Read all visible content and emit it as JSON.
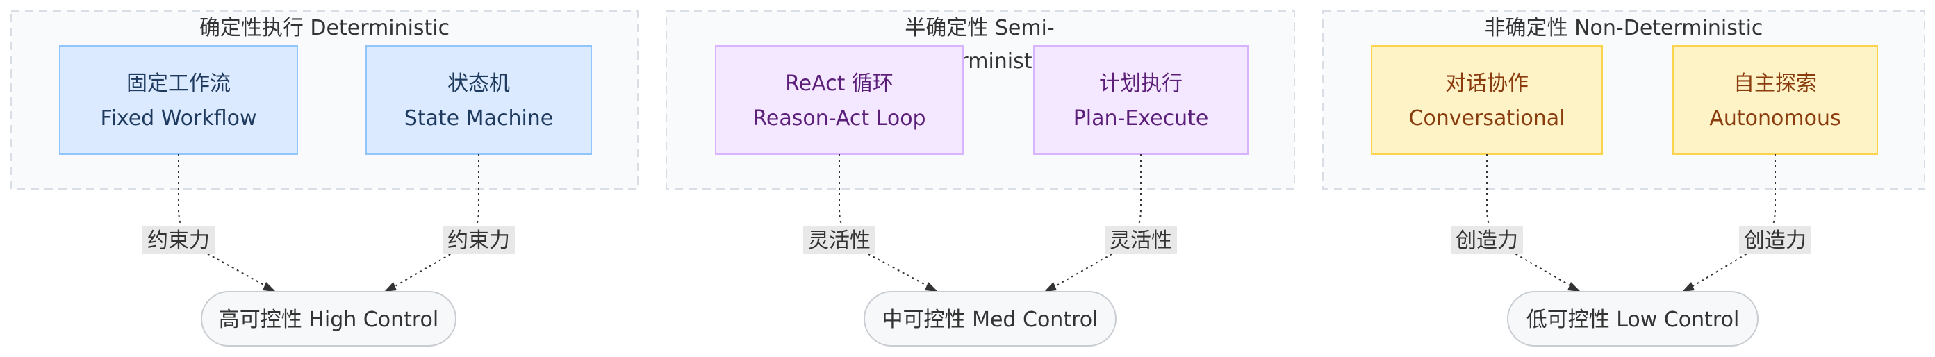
{
  "clusters": [
    {
      "title": "确定性执行 Deterministic",
      "nodes": [
        {
          "line1": "固定工作流",
          "line2": "Fixed Workflow",
          "fill": "#dbeafe",
          "stroke": "#93c5fd",
          "text": "#1e3a5f"
        },
        {
          "line1": "状态机",
          "line2": "State Machine",
          "fill": "#dbeafe",
          "stroke": "#93c5fd",
          "text": "#1e3a5f"
        }
      ],
      "edge_label": "约束力",
      "result": "高可控性 High Control"
    },
    {
      "title_line1": "半确定性 Semi-",
      "title_line2": "Deterministic",
      "nodes": [
        {
          "line1": "ReAct 循环",
          "line2": "Reason-Act Loop",
          "fill": "#f3e8ff",
          "stroke": "#d8b4fe",
          "text": "#5b1f7a"
        },
        {
          "line1": "计划执行",
          "line2": "Plan-Execute",
          "fill": "#f3e8ff",
          "stroke": "#d8b4fe",
          "text": "#5b1f7a"
        }
      ],
      "edge_label": "灵活性",
      "result": "中可控性 Med Control"
    },
    {
      "title": "非确定性 Non-Deterministic",
      "nodes": [
        {
          "line1": "对话协作",
          "line2": "Conversational",
          "fill": "#fef3c7",
          "stroke": "#fcd34d",
          "text": "#8a3c0e"
        },
        {
          "line1": "自主探索",
          "line2": "Autonomous",
          "fill": "#fef3c7",
          "stroke": "#fcd34d",
          "text": "#8a3c0e"
        }
      ],
      "edge_label": "创造力",
      "result": "低可控性 Low Control"
    }
  ]
}
